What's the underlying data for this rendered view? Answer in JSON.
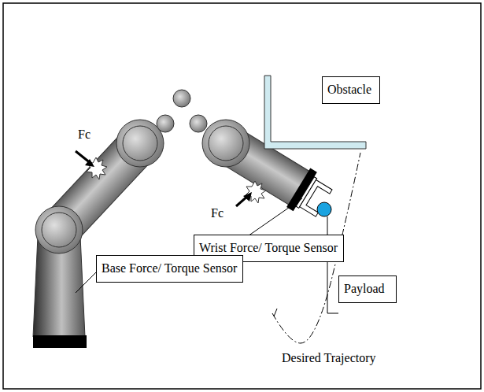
{
  "diagram": {
    "nodes": [
      {
        "text": [
          "Obstacle"
        ]
      },
      {
        "text": [
          "Wrist Force/ Torque Sensor"
        ]
      },
      {
        "text": [
          "Base Force/ Torque Sensor"
        ]
      },
      {
        "text": [
          "Payload"
        ]
      }
    ],
    "labels": [
      "Fc",
      "Fc",
      "Desired Trajectory"
    ]
  }
}
